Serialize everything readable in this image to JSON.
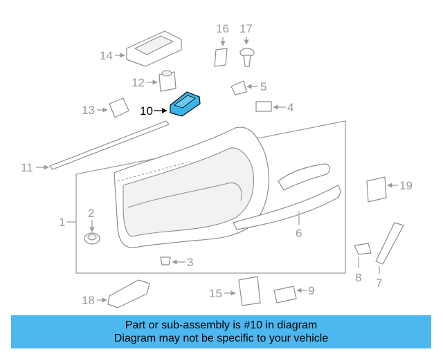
{
  "diagram": {
    "highlight_color": "#3ab3e8",
    "highlighted_part": "10",
    "callouts": {
      "c1": "1",
      "c2": "2",
      "c3": "3",
      "c4": "4",
      "c5": "5",
      "c6": "6",
      "c7": "7",
      "c8": "8",
      "c9": "9",
      "c10": "10",
      "c11": "11",
      "c12": "12",
      "c13": "13",
      "c14": "14",
      "c15": "15",
      "c16": "16",
      "c17": "17",
      "c18": "18",
      "c19": "19"
    }
  },
  "banner": {
    "background": "#4db8f0",
    "line1": "Part or sub-assembly is #10 in diagram",
    "line2": "Diagram may not be specific to your vehicle"
  }
}
